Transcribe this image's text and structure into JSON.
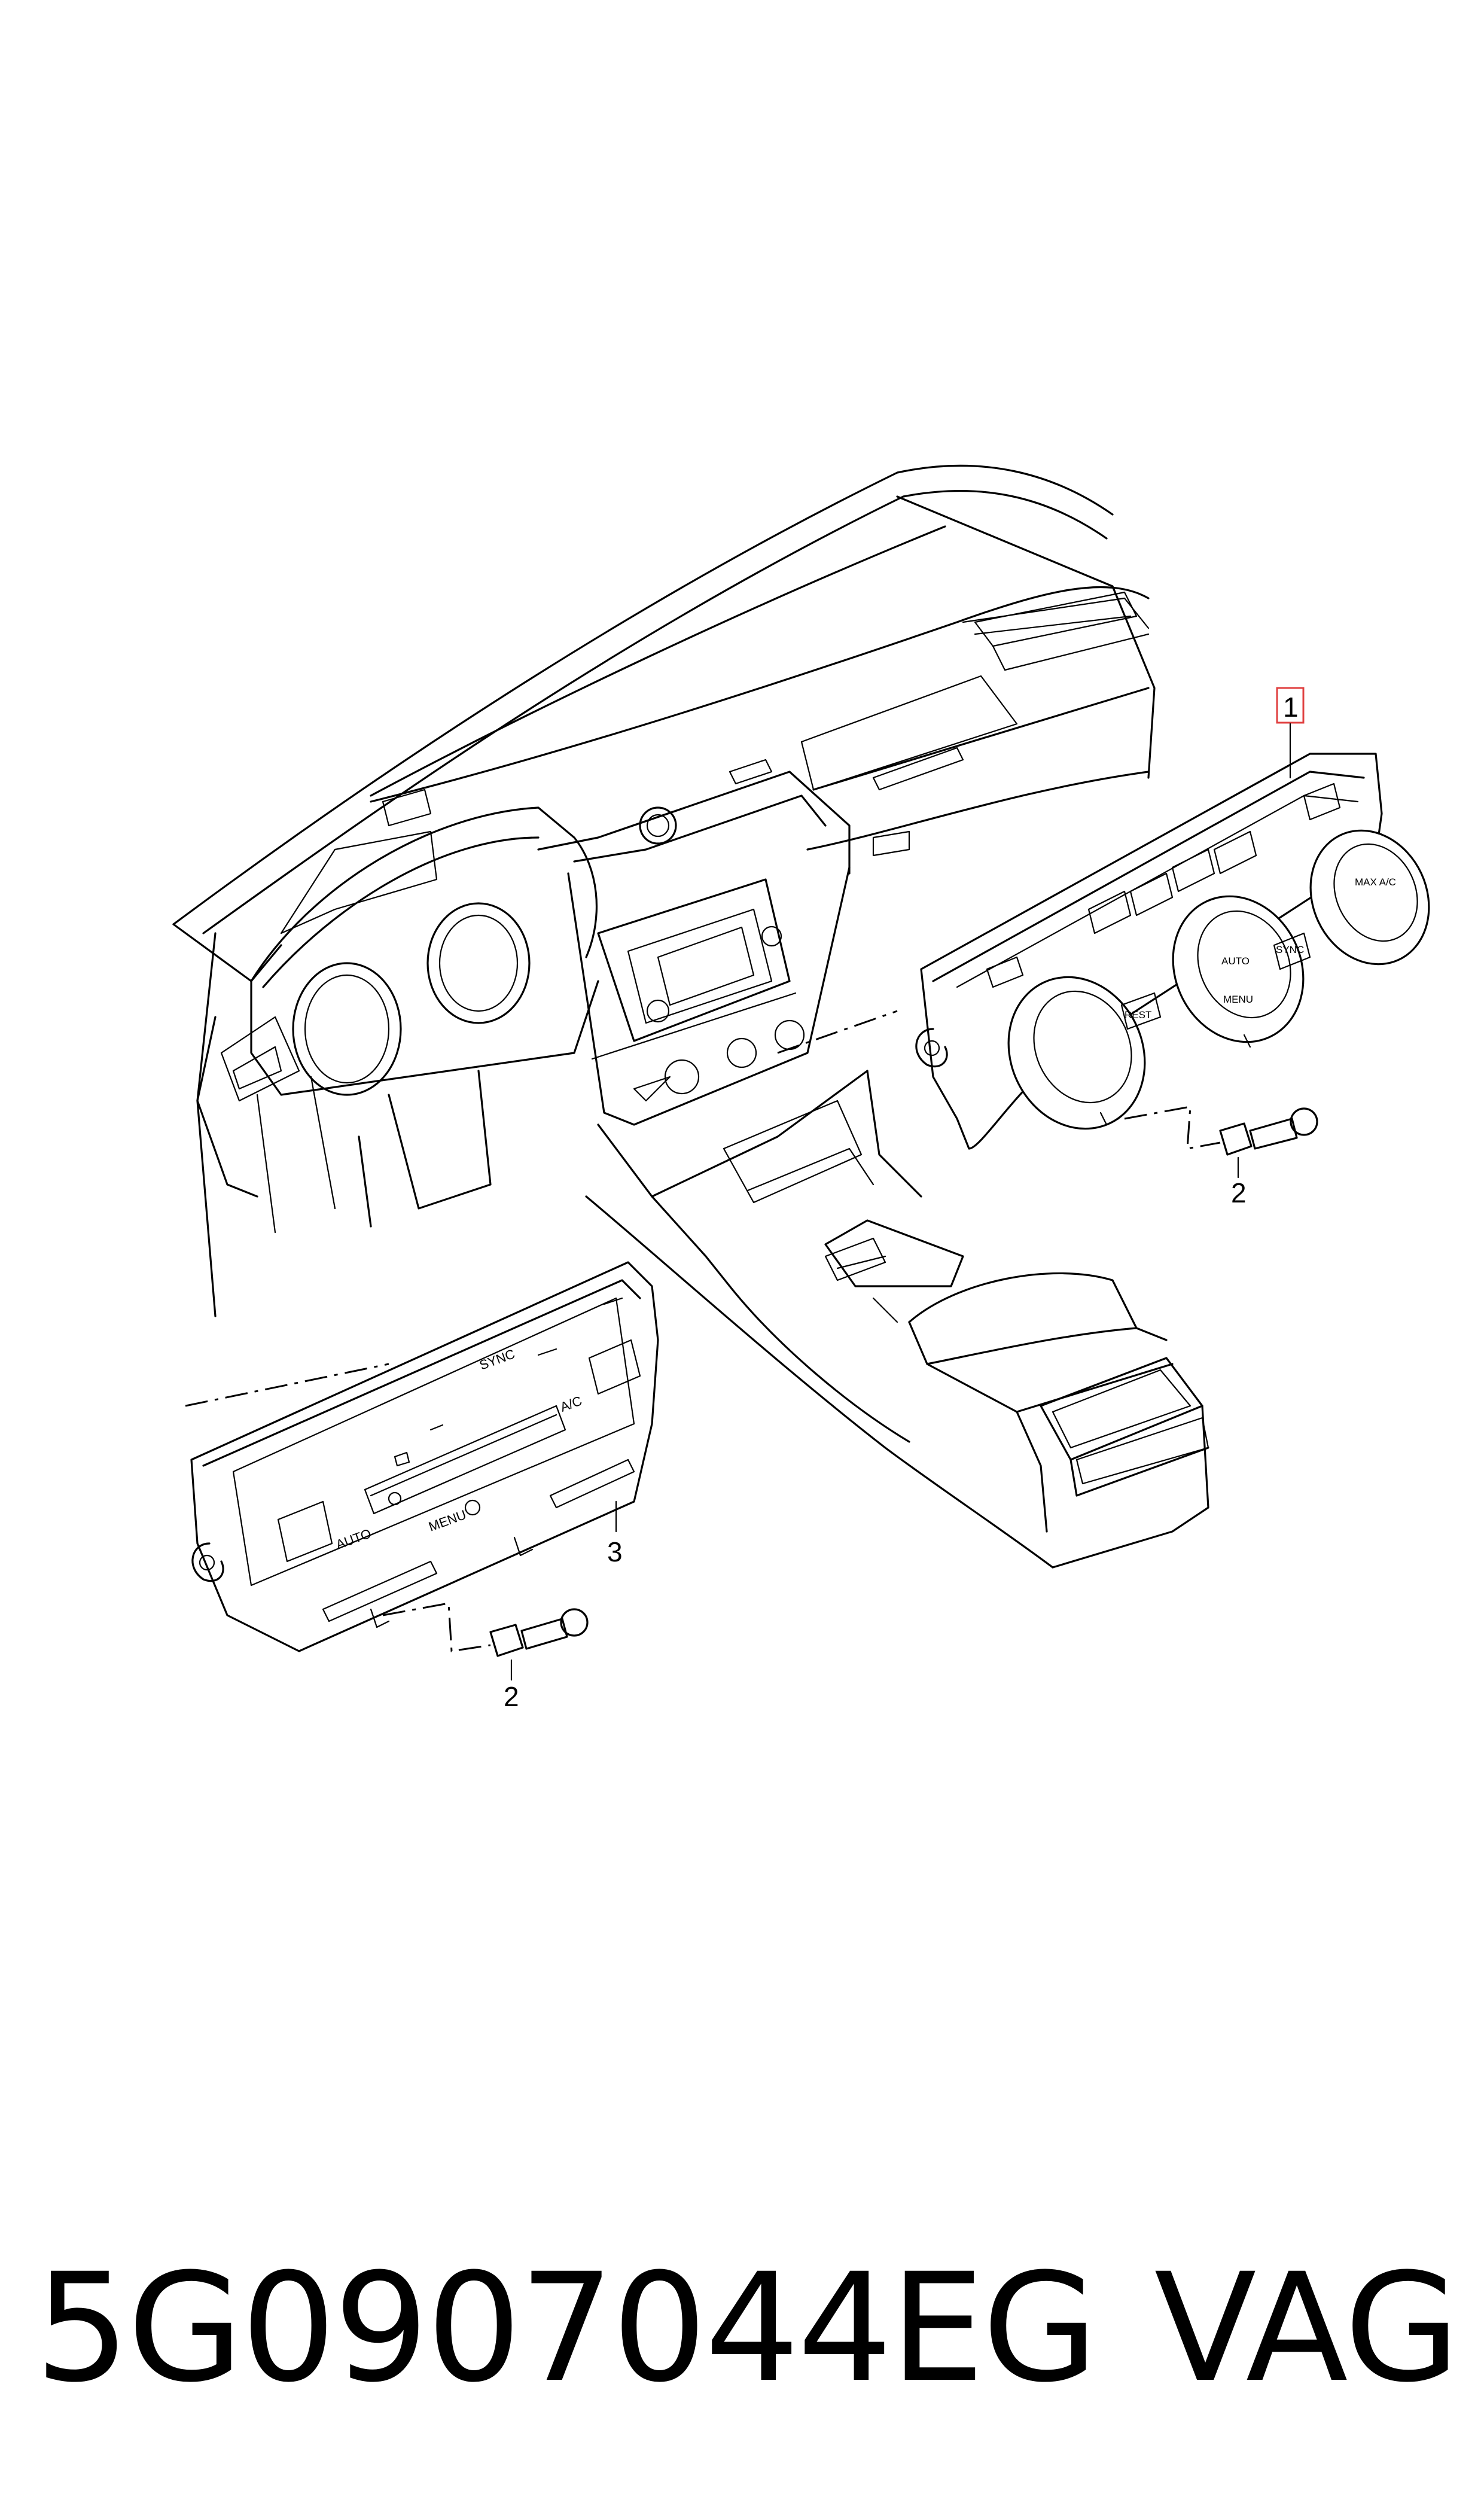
{
  "callouts": {
    "item_1": "1",
    "item_2_right": "2",
    "item_2_left": "2",
    "item_3": "3"
  },
  "panel_labels": {
    "auto": "AUTO",
    "menu": "MENU",
    "sync": "SYNC",
    "ac": "A/C",
    "rest": "REST",
    "max_ac": "MAX A/C"
  },
  "footer": {
    "part_number": "5G0907044EG",
    "manufacturer": "VAG"
  },
  "colors": {
    "line": "#000000",
    "highlight_box": "#e04040",
    "background": "#ffffff"
  }
}
